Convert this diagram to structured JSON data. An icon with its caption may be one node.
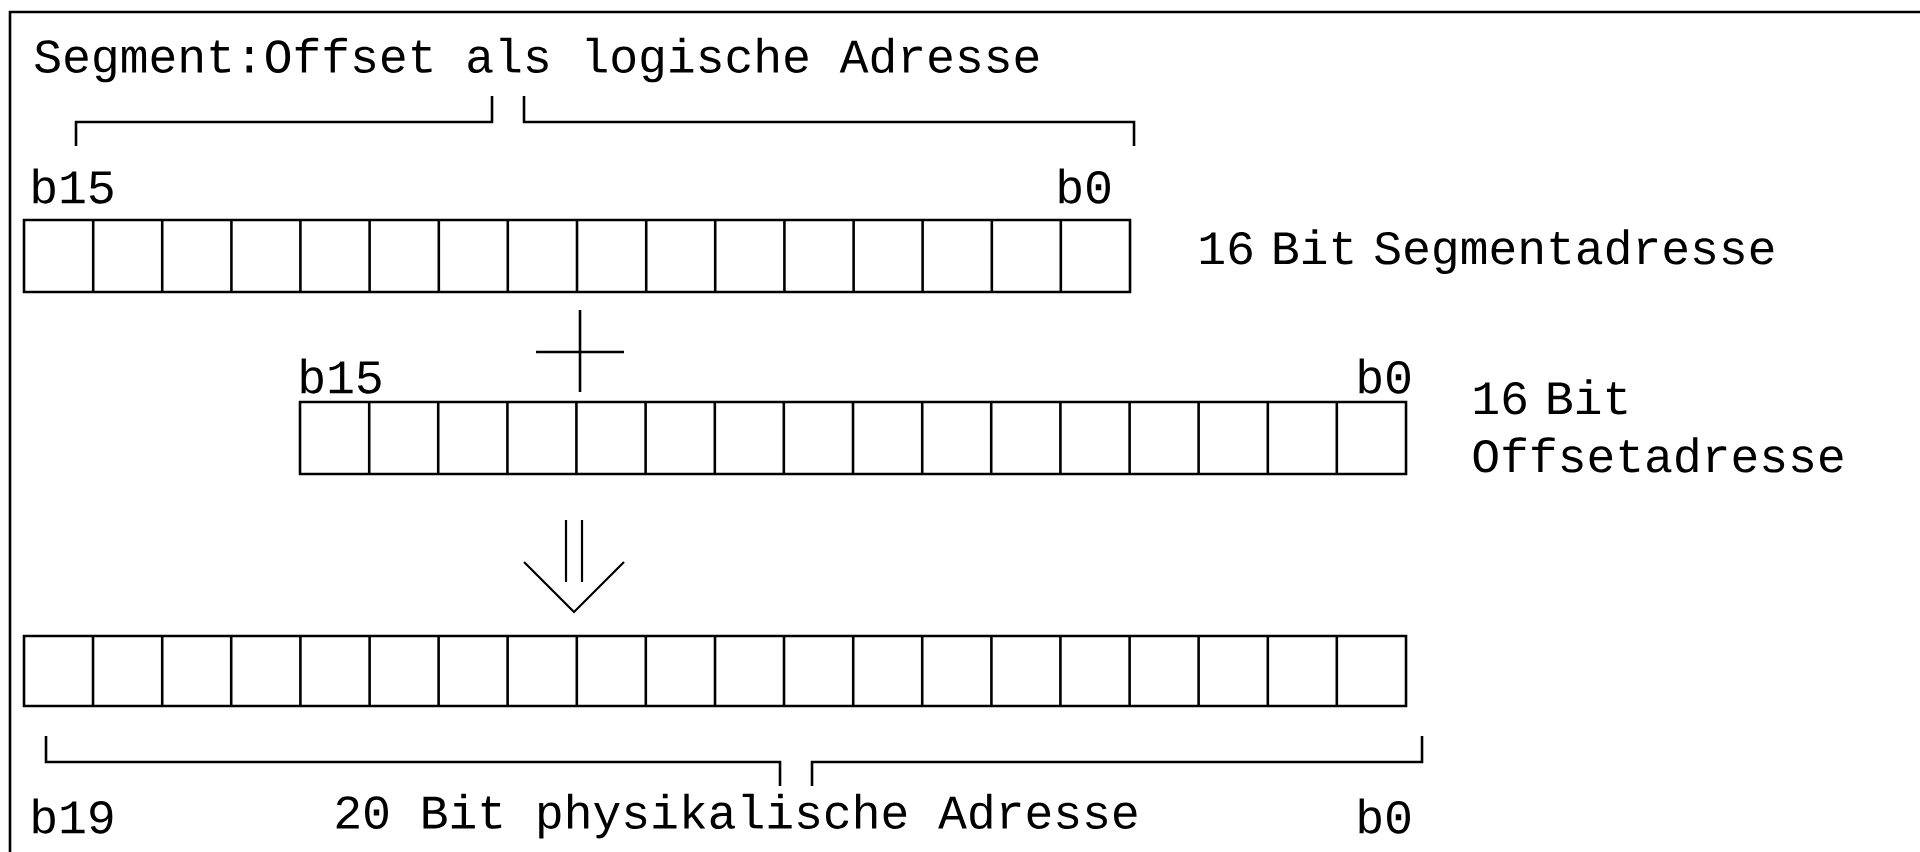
{
  "diagram": {
    "nodes": [
      {
        "text": [],
        "shape": "bar",
        "beside": [
          "16 Bit Segmentadresse"
        ]
      },
      {
        "text": [],
        "shape": "bar",
        "beside": [
          "16 Bit Offsetadresse"
        ]
      },
      {
        "text": [],
        "shape": "bar"
      }
    ],
    "labels": [
      "Segment:Offset als logische Adresse",
      "b15",
      "b0",
      "b15",
      "b0",
      "b19",
      "20 Bit physikalische Adresse",
      "b0"
    ]
  }
}
